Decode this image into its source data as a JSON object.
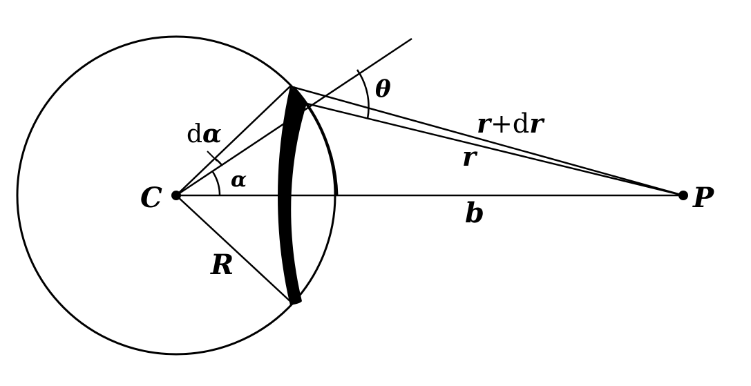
{
  "labels": {
    "center": "C",
    "point": "P",
    "radius": "R",
    "distance": "b",
    "r": "r",
    "d": "d",
    "alpha": "α",
    "theta": "θ",
    "plus": "+"
  },
  "colors": {
    "ink": "#000000",
    "paper": "#ffffff"
  }
}
